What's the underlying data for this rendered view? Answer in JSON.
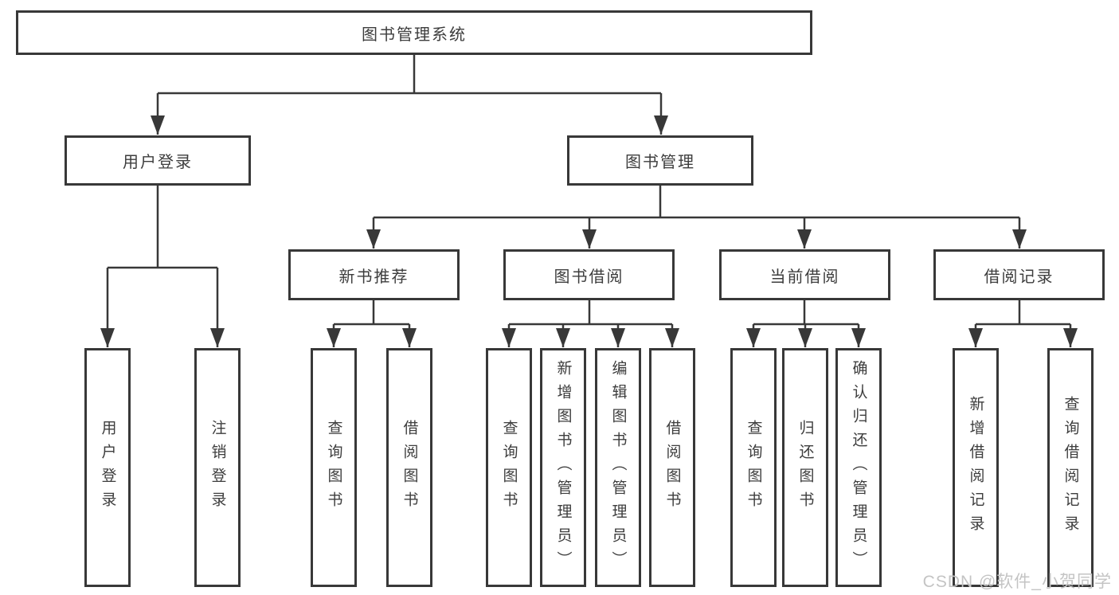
{
  "tree": {
    "label": "图书管理系统",
    "children": [
      {
        "label": "用户登录",
        "children": [
          {
            "label": "用户登录"
          },
          {
            "label": "注销登录"
          }
        ]
      },
      {
        "label": "图书管理",
        "children": [
          {
            "label": "新书推荐",
            "children": [
              {
                "label": "查询图书"
              },
              {
                "label": "借阅图书"
              }
            ]
          },
          {
            "label": "图书借阅",
            "children": [
              {
                "label": "查询图书"
              },
              {
                "label": "新增图书（管理员）"
              },
              {
                "label": "编辑图书（管理员）"
              },
              {
                "label": "借阅图书"
              }
            ]
          },
          {
            "label": "当前借阅",
            "children": [
              {
                "label": "查询图书"
              },
              {
                "label": "归还图书"
              },
              {
                "label": "确认归还（管理员）"
              }
            ]
          },
          {
            "label": "借阅记录",
            "children": [
              {
                "label": "新增借阅记录"
              },
              {
                "label": "查询借阅记录"
              }
            ]
          }
        ]
      }
    ]
  },
  "watermark": "CSDN @软件_小贺同学",
  "colors": {
    "line": "#383838",
    "text": "#3d3d3d",
    "box_background": "#ffffff",
    "watermark": "#c4c4c4"
  }
}
